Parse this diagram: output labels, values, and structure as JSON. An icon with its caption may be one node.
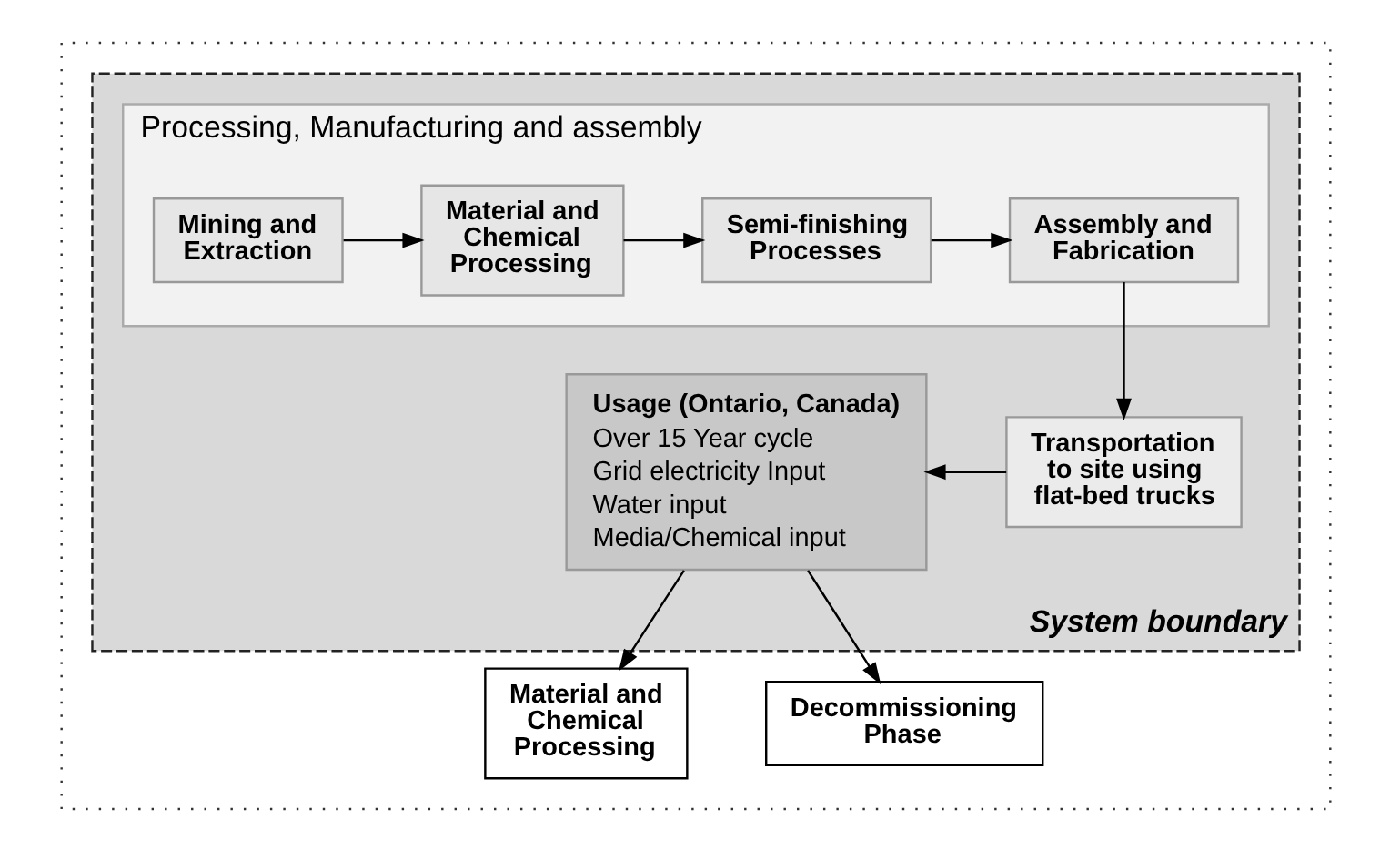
{
  "diagram": {
    "nodes": [
      {
        "text": [],
        "shape": "box"
      },
      {
        "text": [
          "System boundary"
        ],
        "in": 0
      },
      {
        "text": [
          "Processing, Manufacturing and assembly"
        ],
        "in": 1
      },
      {
        "text": [
          "Mining and Extraction"
        ],
        "in": 2
      },
      {
        "text": [
          "Material and Chemical Processing"
        ],
        "in": 2
      },
      {
        "text": [
          "Semi-finishing Processes"
        ],
        "in": 2
      },
      {
        "text": [
          "Assembly and Fabrication"
        ],
        "in": 2
      },
      {
        "text": [
          "Usage (Ontario, Canada)",
          "Over 15 Year cycle",
          "Grid electricity Input",
          "Water input",
          "Media/Chemical input"
        ],
        "in": 1
      },
      {
        "text": [
          "Transportation to site using flat-bed trucks"
        ],
        "in": 1
      },
      {
        "text": [
          "Material and Chemical Processing"
        ],
        "in": 0
      },
      {
        "text": [
          "Decommissioning Phase"
        ],
        "in": 0
      }
    ],
    "edges": [
      {
        "from": 3,
        "to": 4,
        "arrow": "to"
      },
      {
        "from": 4,
        "to": 5,
        "arrow": "to"
      },
      {
        "from": 5,
        "to": 6,
        "arrow": "to"
      },
      {
        "from": 6,
        "to": 8,
        "arrow": "to"
      },
      {
        "from": 8,
        "to": 7,
        "arrow": "to"
      },
      {
        "from": 7,
        "to": 9,
        "arrow": "to"
      },
      {
        "from": 7,
        "to": 10,
        "arrow": "to"
      }
    ]
  }
}
